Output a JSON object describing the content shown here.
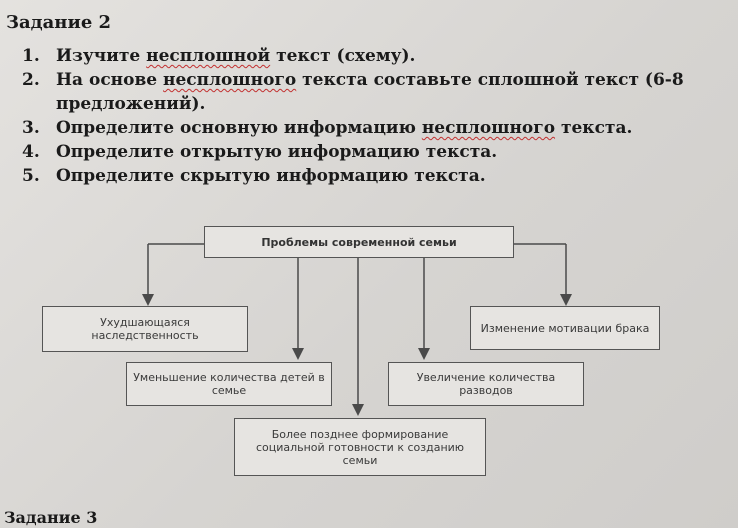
{
  "task": {
    "title": "Задание 2",
    "items": [
      {
        "num": "1.",
        "pre": "Изучите ",
        "wavy": "несплошной",
        "post": " текст (схему)."
      },
      {
        "num": "2.",
        "pre": "На основе ",
        "wavy": "несплошного",
        "post": " текста составьте сплошной текст (6-8 предложений)."
      },
      {
        "num": "3.",
        "pre": "Определите основную информацию ",
        "wavy": "несплошного",
        "post": " текста."
      },
      {
        "num": "4.",
        "pre": "Определите открытую  информацию текста.",
        "wavy": "",
        "post": ""
      },
      {
        "num": "5.",
        "pre": "Определите скрытую информацию текста.",
        "wavy": "",
        "post": ""
      }
    ]
  },
  "scheme": {
    "root": "Проблемы современной семьи",
    "children": [
      "Ухудшающаяся наследственность",
      "Уменьшение количества детей в семье",
      "Более позднее формирование социальной готовности к созданию семьи",
      "Увеличение количества разводов",
      "Изменение мотивации брака"
    ]
  },
  "next_task": {
    "title": "Задание 3"
  },
  "colors": {
    "wavy_underline": "#c23030",
    "box_border": "#555555",
    "text": "#1a1a1a"
  }
}
